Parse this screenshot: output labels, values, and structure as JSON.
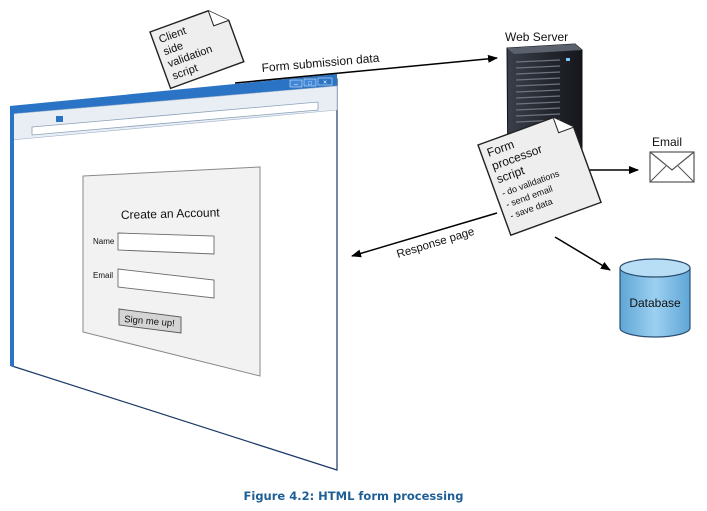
{
  "client_script": {
    "lines": [
      "Client",
      "side",
      "validation",
      "script"
    ]
  },
  "form_submission_label": "Form submission data",
  "web_server_label": "Web Server",
  "processor_script": {
    "title_lines": [
      "Form",
      "processor",
      "script"
    ],
    "bullets": [
      "- do validations",
      "- send email",
      "- save data"
    ]
  },
  "email_label": "Email",
  "database_label": "Database",
  "response_label": "Response page",
  "form": {
    "title": "Create an Account",
    "name_label": "Name",
    "email_label": "Email",
    "submit_label": "Sign me up!"
  },
  "window_controls": {
    "minimize": "–",
    "maximize": "□",
    "close": "×"
  },
  "caption": "Figure 4.2: HTML form processing",
  "colors": {
    "browser_chrome": "#2a73c5",
    "database": "#7fbce6",
    "caption": "#1f5f96"
  }
}
